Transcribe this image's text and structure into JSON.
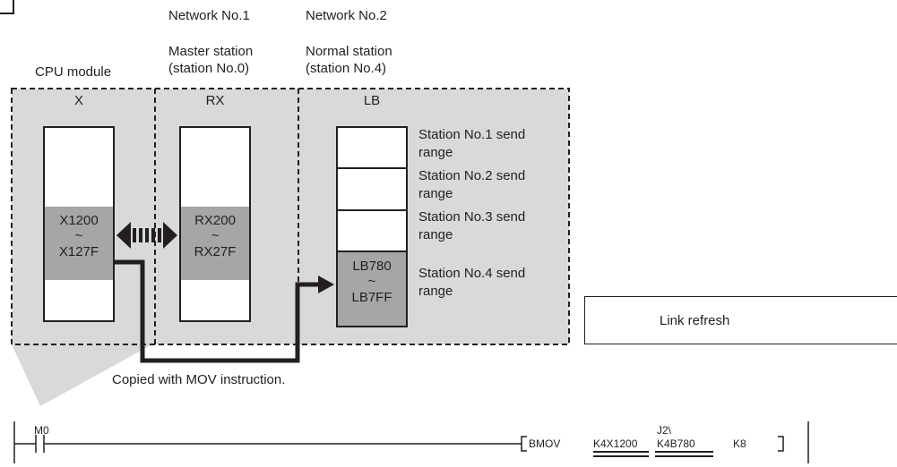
{
  "header": {
    "network1": "Network No.1",
    "network2": "Network No.2",
    "cpu_module": "CPU module",
    "master_line1": "Master station",
    "master_line2": "(station No.0)",
    "normal_line1": "Normal station",
    "normal_line2": "(station No.4)"
  },
  "devices": {
    "x": {
      "title": "X",
      "start": "X1200",
      "tilde": "~",
      "end": "X127F"
    },
    "rx": {
      "title": "RX",
      "start": "RX200",
      "tilde": "~",
      "end": "RX27F"
    },
    "lb": {
      "title": "LB",
      "start": "LB780",
      "tilde": "~",
      "end": "LB7FF"
    }
  },
  "send_ranges": [
    {
      "line1": "Station No.1 send",
      "line2": "range"
    },
    {
      "line1": "Station No.2 send",
      "line2": "range"
    },
    {
      "line1": "Station No.3 send",
      "line2": "range"
    },
    {
      "line1": "Station No.4 send",
      "line2": "range"
    }
  ],
  "legend": {
    "label": "Link refresh"
  },
  "note": "Copied with MOV instruction.",
  "ladder": {
    "contact": "M0",
    "instruction": "BMOV",
    "operand1": "K4X1200",
    "jprefix": "J2\\",
    "operand2": "K4B780",
    "operand3": "K8"
  },
  "colors": {
    "area_fill": "#d9d9d9",
    "range_fill": "#a6a6a6",
    "line": "#231f20"
  }
}
